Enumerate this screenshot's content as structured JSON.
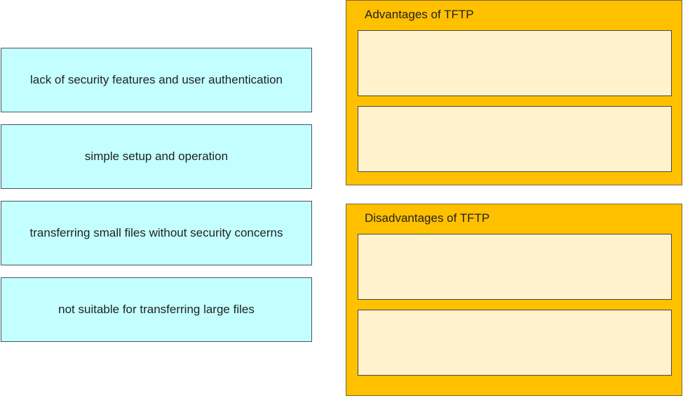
{
  "items": [
    {
      "label": "lack of security features and user authentication"
    },
    {
      "label": "simple setup and operation"
    },
    {
      "label": "transferring small files without security concerns"
    },
    {
      "label": "not suitable for transferring large files"
    }
  ],
  "groups": {
    "advantages": {
      "title": "Advantages of TFTP"
    },
    "disadvantages": {
      "title": "Disadvantages of TFTP"
    }
  },
  "colors": {
    "item_bg": "#c3ffff",
    "group_bg": "#ffc000",
    "slot_bg": "#fff2cc"
  }
}
